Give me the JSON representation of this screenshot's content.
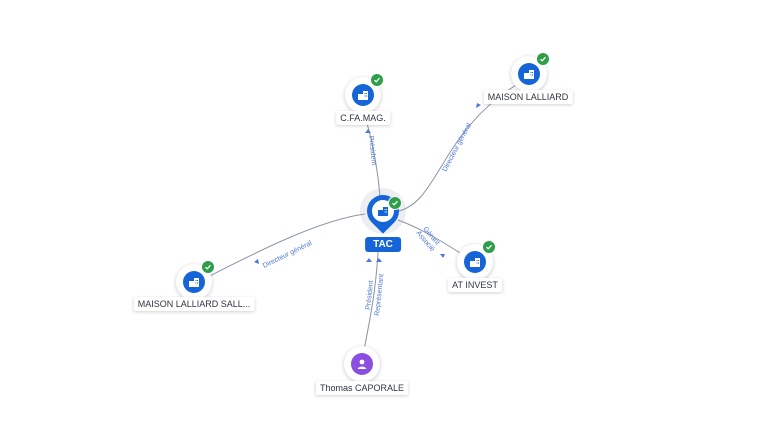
{
  "colors": {
    "company": "#1565d8",
    "person": "#8a4fe0",
    "verified": "#2e9e48",
    "edge": "#8a95a5",
    "edge_label": "#4e77d6"
  },
  "center": {
    "label": "TAC",
    "icon": "company-building-icon",
    "verified": true
  },
  "nodes": {
    "cfamag": {
      "label": "C.FA.MAG.",
      "type": "company",
      "icon": "company-building-icon",
      "verified": true
    },
    "maison_lalliard": {
      "label": "MAISON LALLIARD",
      "type": "company",
      "icon": "company-building-icon",
      "verified": true
    },
    "maison_lalliard_sall": {
      "label": "MAISON LALLIARD SALL...",
      "type": "company",
      "icon": "company-building-icon",
      "verified": true
    },
    "at_invest": {
      "label": "AT INVEST",
      "type": "company",
      "icon": "company-building-icon",
      "verified": true
    },
    "thomas_caporale": {
      "label": "Thomas CAPORALE",
      "type": "person",
      "icon": "person-icon",
      "verified": false
    }
  },
  "edges": {
    "cfamag": {
      "role": "Président"
    },
    "maison_lalliard": {
      "role": "Directeur général"
    },
    "maison_lalliard_sall": {
      "role": "Directeur général"
    },
    "at_invest": {
      "role_1": "Gérant",
      "role_2": "Associé"
    },
    "thomas_caporale": {
      "role_1": "Président",
      "role_2": "Représentant"
    }
  }
}
